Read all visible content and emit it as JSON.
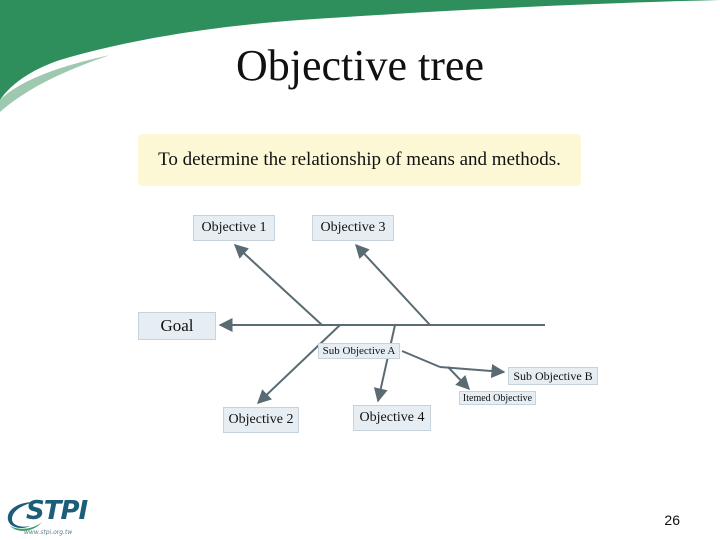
{
  "slide": {
    "title": "Objective tree",
    "purpose_text": "To determine the relationship of means and methods.",
    "page_number": "26"
  },
  "diagram": {
    "goal": "Goal",
    "objectives": {
      "obj1": "Objective 1",
      "obj2": "Objective 2",
      "obj3": "Objective 3",
      "obj4": "Objective 4"
    },
    "sub_objective_a": "Sub Objective A",
    "sub_objective_b": "Sub Objective B",
    "itemed_objective": "Itemed Objective"
  },
  "logo": {
    "text": "STPI",
    "subtext": "www.stpi.org.tw"
  },
  "colors": {
    "accent_green": "#2e8f5c",
    "box_fill": "#e6eef4",
    "purpose_fill": "#fcf8d6",
    "line": "#5a6b74",
    "logo_blue": "#1c5d7a"
  }
}
